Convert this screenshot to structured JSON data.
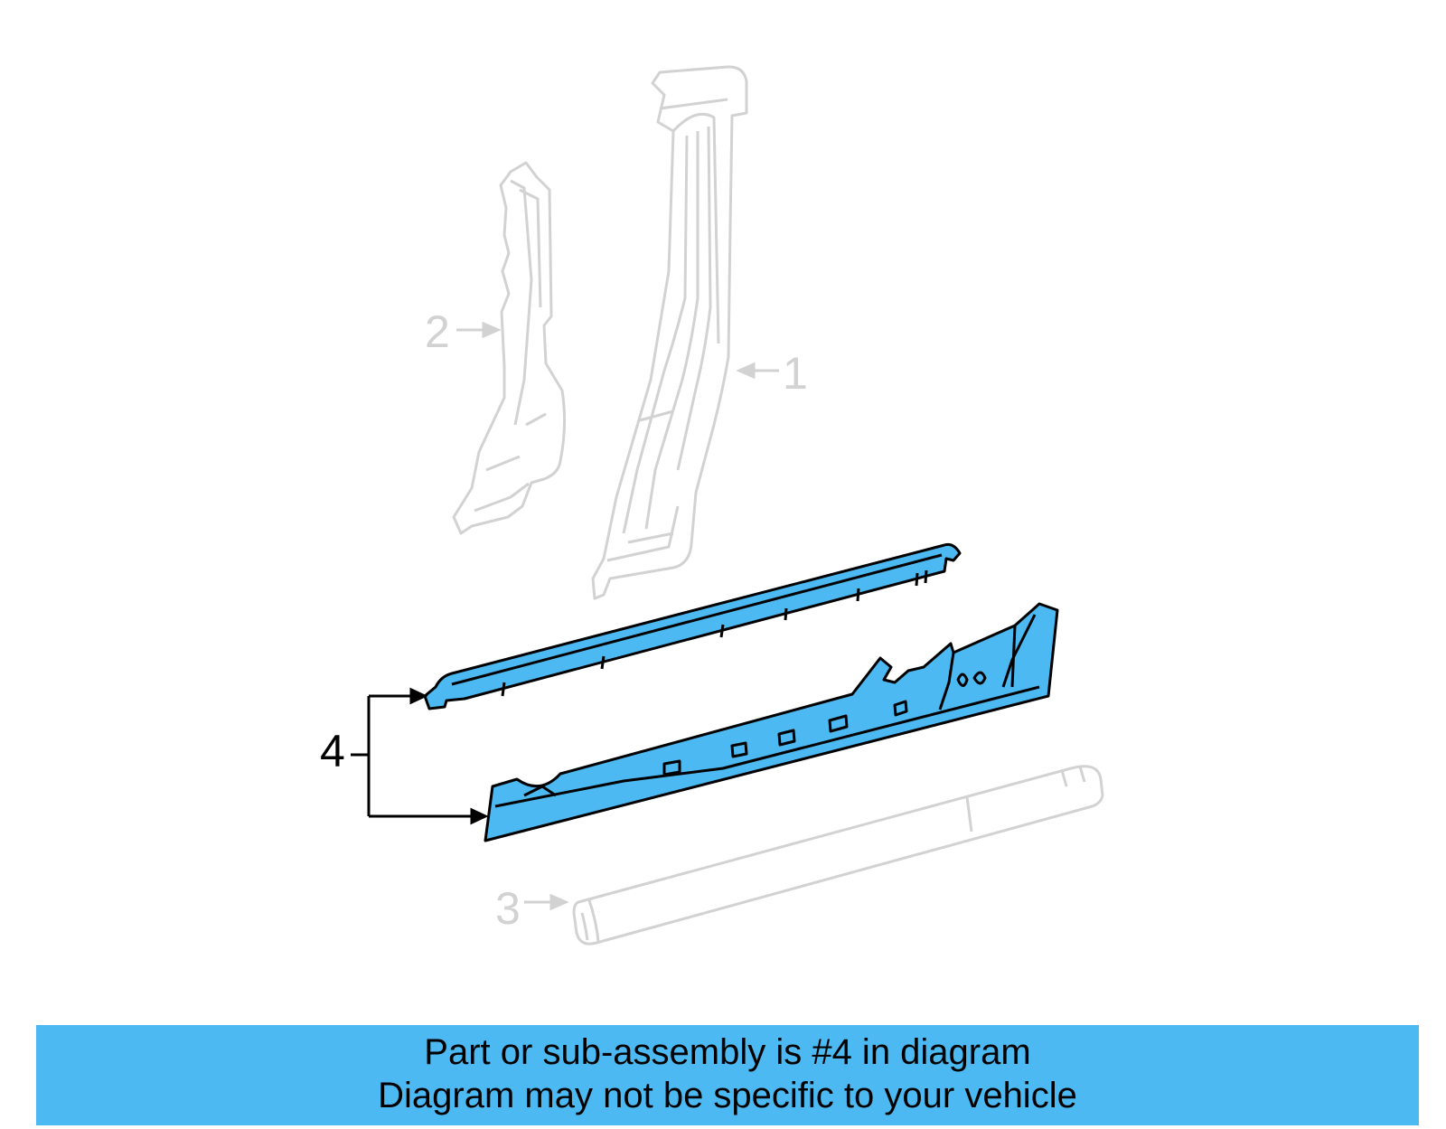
{
  "callouts": {
    "c1": "1",
    "c2": "2",
    "c3": "3",
    "c4": "4"
  },
  "banner": {
    "line1": "Part or sub-assembly is #4 in diagram",
    "line2": "Diagram may not be specific to your vehicle"
  },
  "colors": {
    "highlight": "#4cb9f2",
    "faded_part": "#d2d2d2",
    "outline": "#000000"
  }
}
